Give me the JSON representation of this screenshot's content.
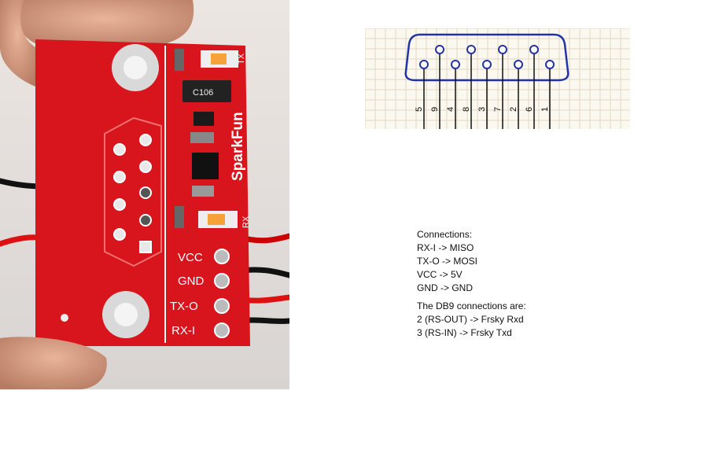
{
  "board": {
    "brand": "SparkFun",
    "chip": "C106",
    "led_tx": "TX",
    "led_rx": "RX",
    "pins": [
      {
        "label": "VCC"
      },
      {
        "label": "GND"
      },
      {
        "label": "TX-O"
      },
      {
        "label": "RX-I"
      }
    ],
    "colors": {
      "pcb": "#d8141c",
      "silkscreen": "#ffffff",
      "pad": "#c8c8c8"
    }
  },
  "db9": {
    "pin_labels": [
      "5",
      "9",
      "4",
      "8",
      "3",
      "7",
      "2",
      "6",
      "1"
    ],
    "colors": {
      "connector": "#2233aa",
      "grid": "#e2d9c4",
      "paper": "#fbf8f0"
    }
  },
  "notes": {
    "heading": "Connections:",
    "lines": [
      "RX-I -> MISO",
      "TX-O -> MOSI",
      "VCC -> 5V",
      "GND -> GND"
    ],
    "db9_heading": "The DB9 connections are:",
    "db9_lines": [
      "2 (RS-OUT) -> Frsky Rxd",
      "3 (RS-IN) -> Frsky Txd"
    ]
  }
}
